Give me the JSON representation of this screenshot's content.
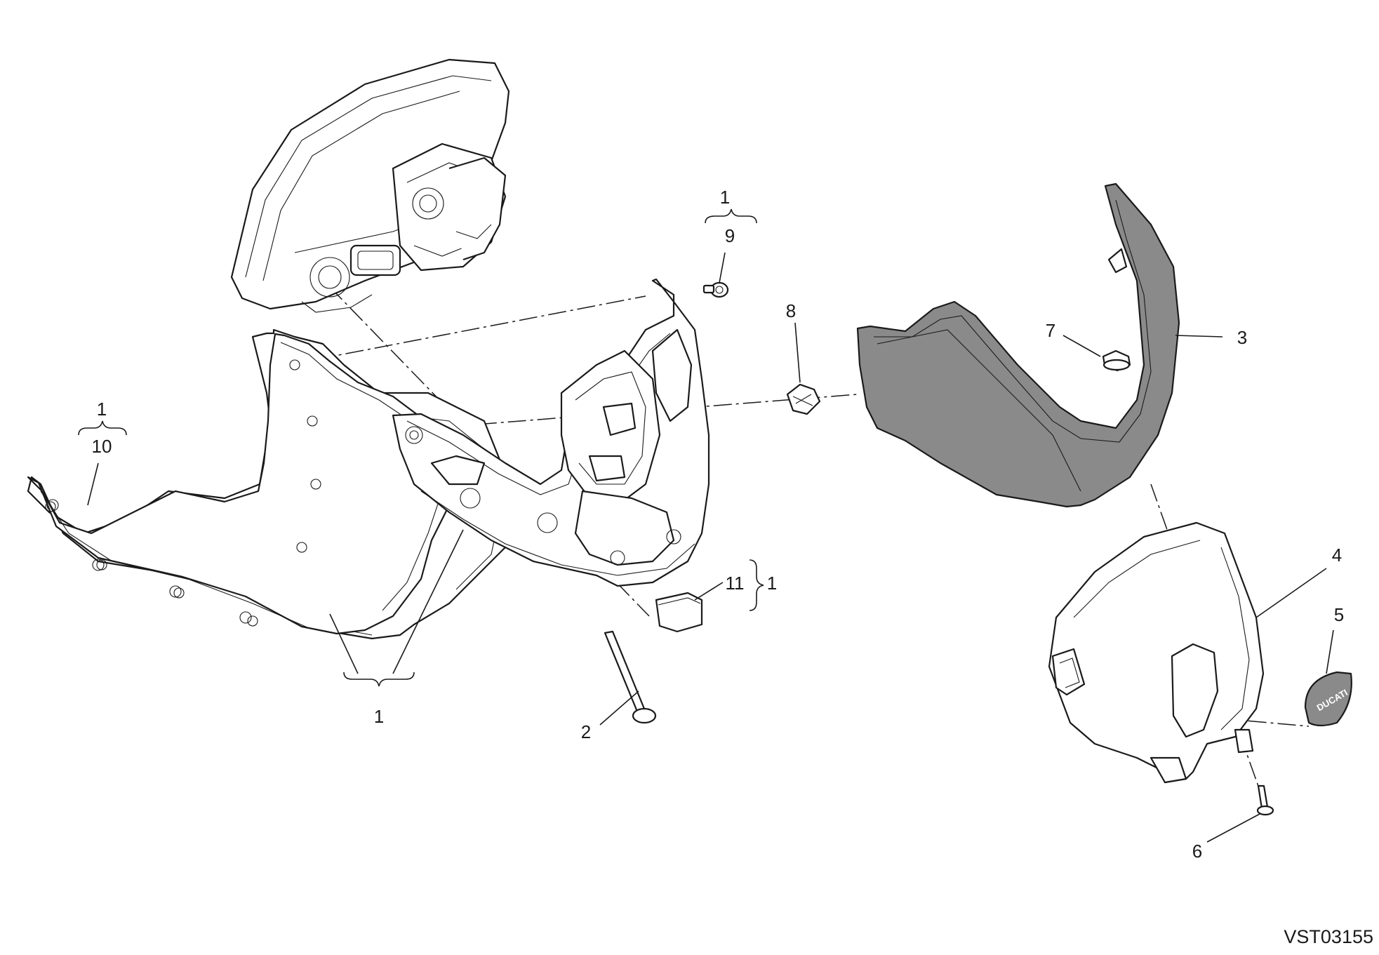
{
  "callouts": {
    "c1_top": "1",
    "c9": "9",
    "c8": "8",
    "c7": "7",
    "c3": "3",
    "c1_left": "1",
    "c10": "10",
    "c11": "11",
    "c1_right": "1",
    "c1_bottom": "1",
    "c2": "2",
    "c4": "4",
    "c5": "5",
    "c6": "6"
  },
  "document_code": "VST03155",
  "logo_text": "DUCATI"
}
